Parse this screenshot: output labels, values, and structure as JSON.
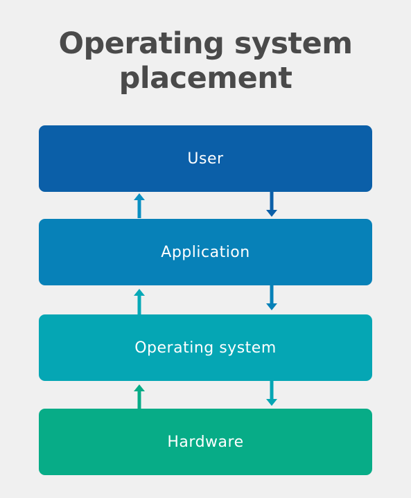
{
  "title": {
    "line1": "Operating system",
    "line2": "placement"
  },
  "layers": [
    {
      "label": "User",
      "color": "#0b5fa8"
    },
    {
      "label": "Application",
      "color": "#0781b8"
    },
    {
      "label": "Operating system",
      "color": "#05a6b4"
    },
    {
      "label": "Hardware",
      "color": "#07ac87"
    }
  ],
  "arrows": [
    {
      "between": [
        "Application",
        "User"
      ],
      "up_color": "#0a8fc2",
      "down_color": "#0b5fa8"
    },
    {
      "between": [
        "Operating system",
        "Application"
      ],
      "up_color": "#07a9b7",
      "down_color": "#0781b8"
    },
    {
      "between": [
        "Hardware",
        "Operating system"
      ],
      "up_color": "#07ac87",
      "down_color": "#05a6b4"
    }
  ]
}
